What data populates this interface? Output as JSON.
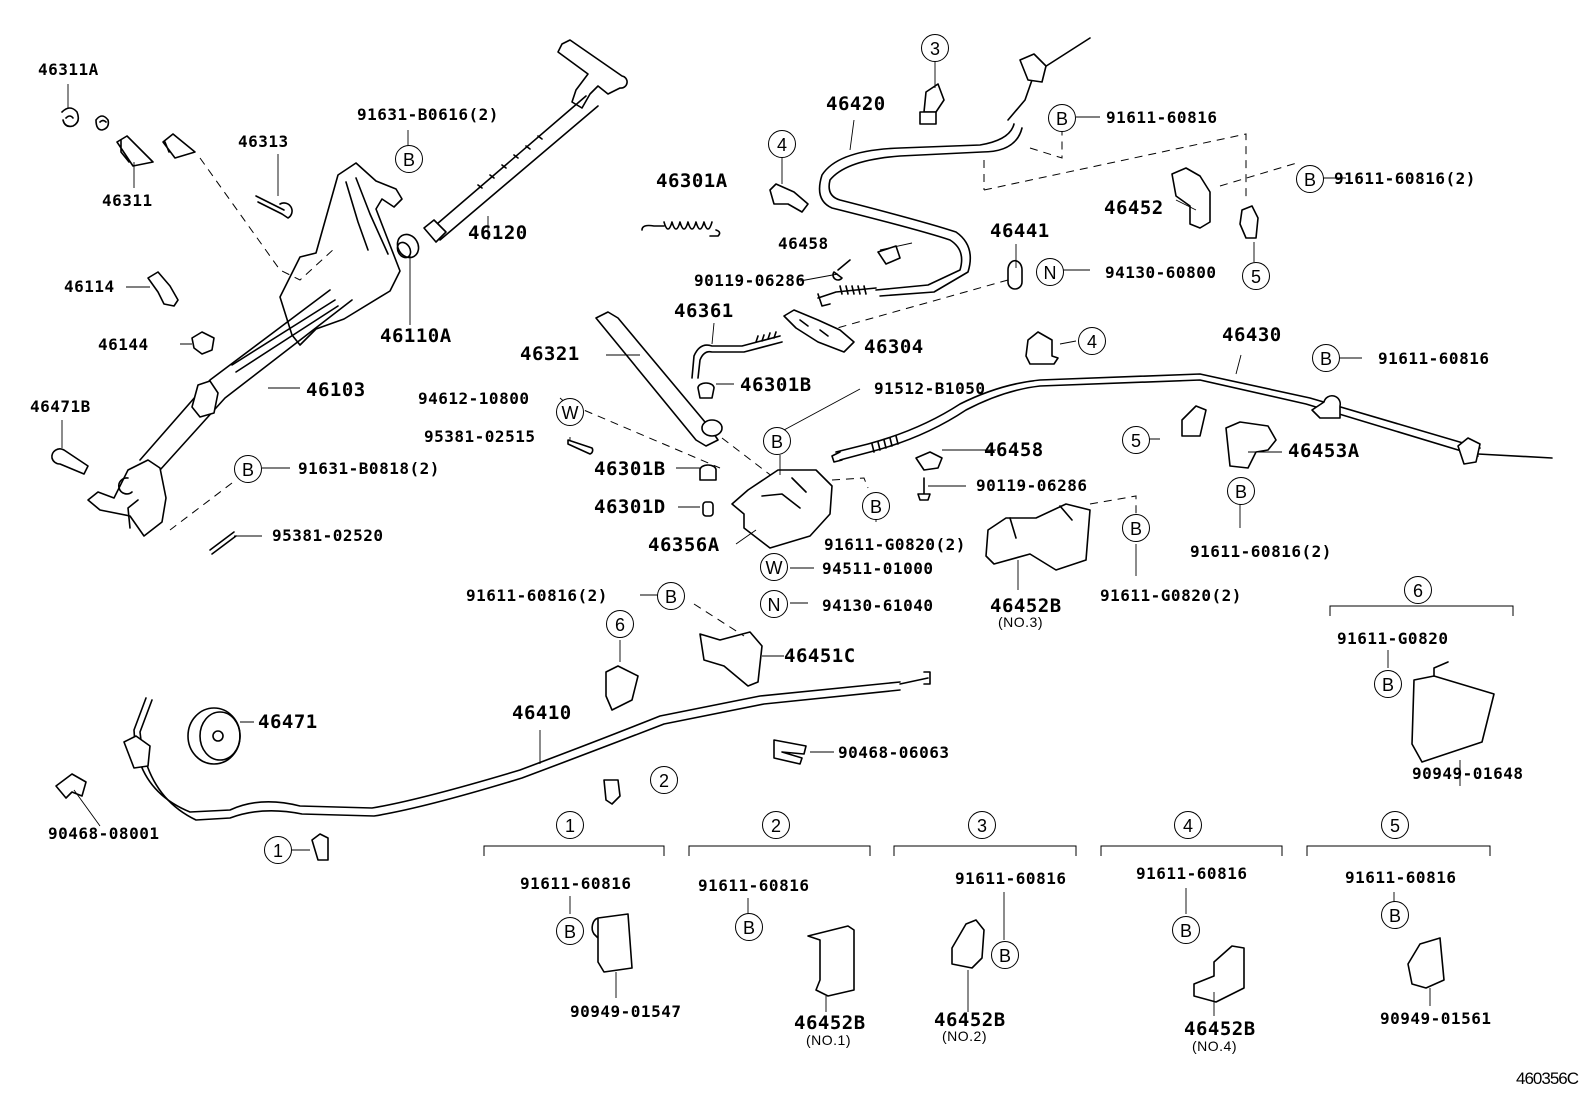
{
  "diagram": {
    "title_code": "460356C",
    "symbol_legend": {
      "bolt": "B",
      "washer": "W",
      "nut": "N"
    },
    "parts": {
      "p46311A": "46311A",
      "p46311": "46311",
      "p46313": "46313",
      "p91631_B0616": "91631-B0616(2)",
      "p46120": "46120",
      "p46114": "46114",
      "p46144": "46144",
      "p46110A": "46110A",
      "p46103": "46103",
      "p46471B": "46471B",
      "p91631_B0818": "91631-B0818(2)",
      "p95381_02520": "95381-02520",
      "p46420": "46420",
      "p46301A": "46301A",
      "p46458_top": "46458",
      "p90119_06286_top": "90119-06286",
      "p46361": "46361",
      "p46321": "46321",
      "p94612_10800": "94612-10800",
      "p95381_02515": "95381-02515",
      "p46301B_upper": "46301B",
      "p46301B_lower": "46301B",
      "p46301D": "46301D",
      "p46356A": "46356A",
      "p91512_B1050": "91512-B1050",
      "p91611_G0820_mid": "91611-G0820(2)",
      "p94511_01000": "94511-01000",
      "p94130_61040": "94130-61040",
      "p46304": "46304",
      "p46441": "46441",
      "p94130_60800": "94130-60800",
      "p91611_60816_top": "91611-60816",
      "p91611_60816_2_right": "91611-60816(2)",
      "p46452": "46452",
      "p46430": "46430",
      "p91611_60816_right": "91611-60816",
      "p46458_mid": "46458",
      "p90119_06286_mid": "90119-06286",
      "p46453A": "46453A",
      "p91611_60816_2_46453A": "91611-60816(2)",
      "p46452B_no3": "46452B",
      "p46452B_no3_sub": "(NO.3)",
      "p91611_G0820_right": "91611-G0820(2)",
      "p91611_60816_2_left": "91611-60816(2)",
      "p46451C": "46451C",
      "p46410": "46410",
      "p46471": "46471",
      "p90468_06063": "90468-06063",
      "p90468_08001": "90468-08001"
    },
    "callouts": {
      "c3_top": "3",
      "c4_top": "4",
      "c5_top": "5",
      "c4_mid": "4",
      "c5_mid": "5",
      "c6_mid": "6",
      "c2_mid": "2",
      "c1_low": "1"
    },
    "detail_groups": [
      {
        "index": "1",
        "bolt": "91611-60816",
        "part": "90949-01547",
        "sub": ""
      },
      {
        "index": "2",
        "bolt": "91611-60816",
        "part": "46452B",
        "sub": "(NO.1)"
      },
      {
        "index": "3",
        "bolt": "91611-60816",
        "part": "46452B",
        "sub": "(NO.2)"
      },
      {
        "index": "4",
        "bolt": "91611-60816",
        "part": "46452B",
        "sub": "(NO.4)"
      },
      {
        "index": "5",
        "bolt": "91611-60816",
        "part": "90949-01561",
        "sub": ""
      },
      {
        "index": "6",
        "bolt": "91611-G0820",
        "part": "90949-01648",
        "sub": ""
      }
    ]
  }
}
